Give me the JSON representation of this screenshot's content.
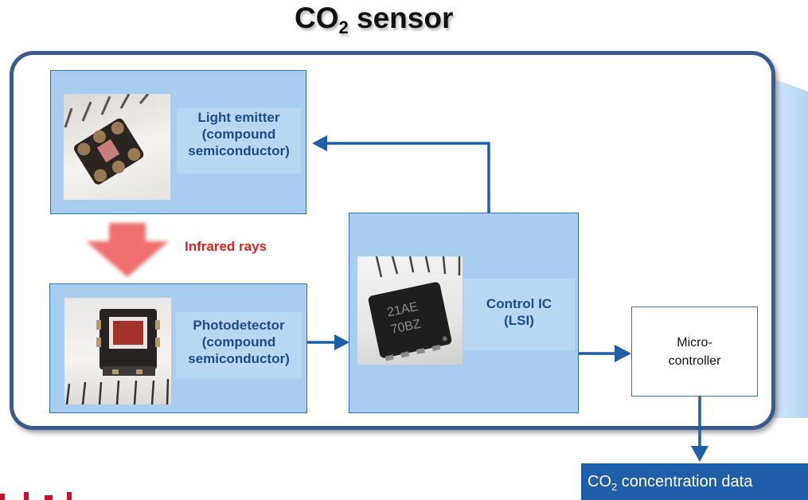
{
  "title": {
    "prefix": "CO",
    "subscript": "2",
    "suffix": " sensor"
  },
  "emitter": {
    "label": "Light emitter\n(compound\nsemiconductor)"
  },
  "infrared": {
    "label": "Infrared rays"
  },
  "detector": {
    "label": "Photodetector\n(compound\nsemiconductor)"
  },
  "control": {
    "label": "Control IC\n(LSI)",
    "chip_marking": "21AE\n70BZ"
  },
  "microcontroller": {
    "label": "Micro-\ncontroller"
  },
  "output": {
    "prefix": "CO",
    "subscript": "2",
    "suffix": " concentration data"
  },
  "colors": {
    "block_fill": "#a9cdef",
    "block_border": "#3271b5",
    "label_text": "#1f4d8a",
    "arrow": "#1f5ea8",
    "infrared": "#e0231c",
    "frame_border": "#3a5a8c",
    "output_fill": "#1f5ea8"
  }
}
